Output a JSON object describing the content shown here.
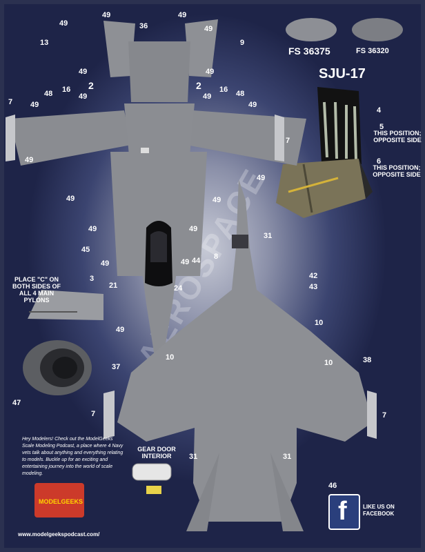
{
  "swatches": [
    {
      "label": "FS 36375",
      "color": "#8d8f95"
    },
    {
      "label": "FS 36320",
      "color": "#7c7e84"
    }
  ],
  "seat": {
    "title": "SJU-17",
    "note1": "THIS POSITION; OPPOSITE SIDE",
    "note2": "THIS POSITION; OPPOSITE SIDE"
  },
  "pylon_note": "PLACE \"C\" ON BOTH SIDES OF ALL 4 MAIN PYLONS",
  "gear_note": "GEAR DOOR INTERIOR",
  "watermark": "AEROSPACE",
  "podcast": "Hey Modelers! Check out the ModelGeeks Scale Modeling Podcast, a place where 4 Navy vets talk about anything and everything relating to models. Buckle up for an exciting and entertaining journey into the world of scale modeling.",
  "podcast_logo": "MODELGEEKS",
  "url": "www.modelgeekspodcast.com/",
  "facebook": "LIKE US ON FACEBOOK",
  "callouts": [
    {
      "t": "49"
    },
    {
      "t": "49"
    },
    {
      "t": "49"
    },
    {
      "t": "36"
    },
    {
      "t": "49"
    },
    {
      "t": "13"
    },
    {
      "t": "9"
    },
    {
      "t": "49"
    },
    {
      "t": "49"
    },
    {
      "t": "2"
    },
    {
      "t": "2"
    },
    {
      "t": "7"
    },
    {
      "t": "49"
    },
    {
      "t": "48"
    },
    {
      "t": "16"
    },
    {
      "t": "49"
    },
    {
      "t": "49"
    },
    {
      "t": "16"
    },
    {
      "t": "48"
    },
    {
      "t": "49"
    },
    {
      "t": "7"
    },
    {
      "t": "49"
    },
    {
      "t": "49"
    },
    {
      "t": "49"
    },
    {
      "t": "49"
    },
    {
      "t": "49"
    },
    {
      "t": "49"
    },
    {
      "t": "45"
    },
    {
      "t": "49"
    },
    {
      "t": "49"
    },
    {
      "t": "44"
    },
    {
      "t": "21"
    },
    {
      "t": "24"
    },
    {
      "t": "49"
    },
    {
      "t": "3"
    },
    {
      "t": "31"
    },
    {
      "t": "8"
    },
    {
      "t": "42"
    },
    {
      "t": "43"
    },
    {
      "t": "10"
    },
    {
      "t": "10"
    },
    {
      "t": "37"
    },
    {
      "t": "10"
    },
    {
      "t": "38"
    },
    {
      "t": "7"
    },
    {
      "t": "7"
    },
    {
      "t": "31"
    },
    {
      "t": "31"
    },
    {
      "t": "46"
    },
    {
      "t": "47"
    },
    {
      "t": "4"
    },
    {
      "t": "5"
    },
    {
      "t": "6"
    }
  ]
}
